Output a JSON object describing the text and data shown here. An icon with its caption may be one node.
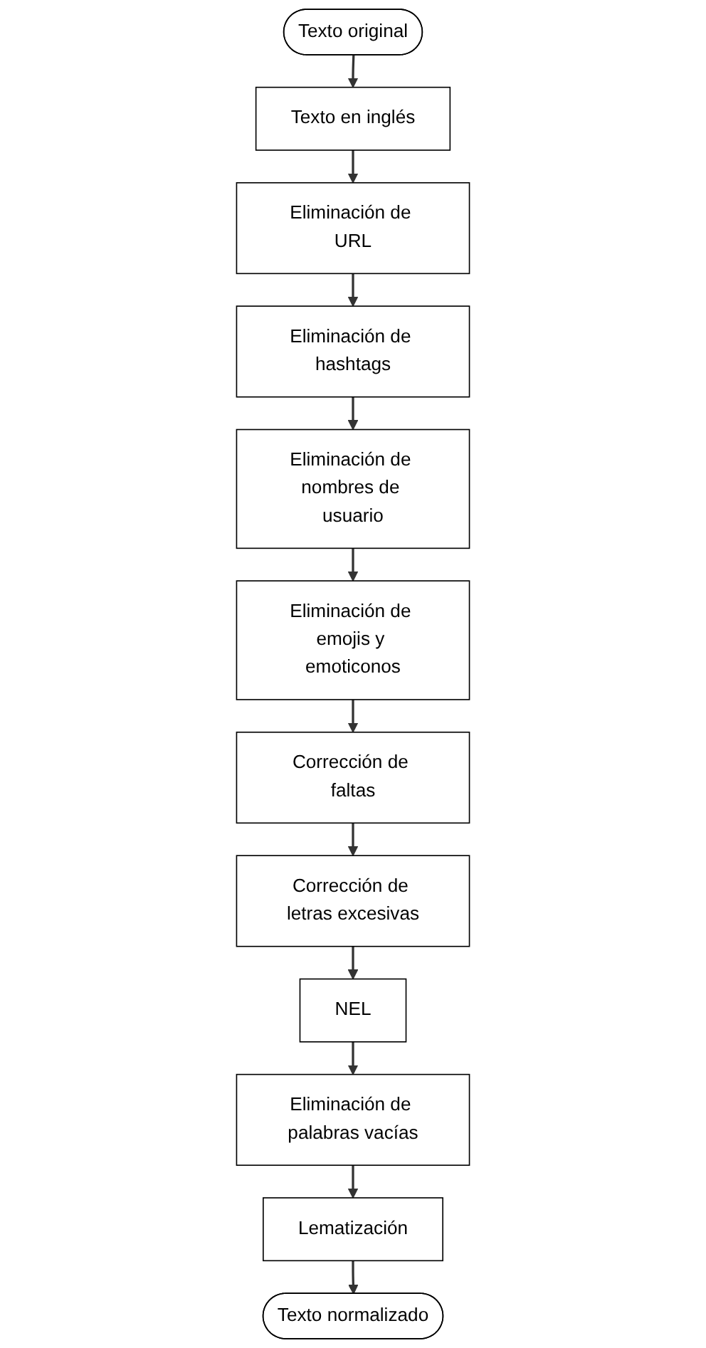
{
  "diagram": {
    "nodes": [
      {
        "text": [
          "Texto original"
        ]
      },
      {
        "text": [
          "Texto en inglés"
        ]
      },
      {
        "text": [
          "Eliminación de URL"
        ]
      },
      {
        "text": [
          "Eliminación de hashtags"
        ]
      },
      {
        "text": [
          "Eliminación de nombres de usuario"
        ]
      },
      {
        "text": [
          "Eliminación de emojis y emoticonos"
        ]
      },
      {
        "text": [
          "Corrección de faltas"
        ]
      },
      {
        "text": [
          "Corrección de letras excesivas"
        ]
      },
      {
        "text": [
          "NEL"
        ]
      },
      {
        "text": [
          "Eliminación de palabras vacías"
        ]
      },
      {
        "text": [
          "Lematización"
        ]
      },
      {
        "text": [
          "Texto normalizado"
        ]
      }
    ],
    "edges": [
      {
        "from": 0,
        "to": 1,
        "arrow": "to"
      },
      {
        "from": 1,
        "to": 2,
        "arrow": "to"
      },
      {
        "from": 2,
        "to": 3,
        "arrow": "to"
      },
      {
        "from": 3,
        "to": 4,
        "arrow": "to"
      },
      {
        "from": 4,
        "to": 5,
        "arrow": "to"
      },
      {
        "from": 5,
        "to": 6,
        "arrow": "to"
      },
      {
        "from": 6,
        "to": 7,
        "arrow": "to"
      },
      {
        "from": 7,
        "to": 8,
        "arrow": "to"
      },
      {
        "from": 8,
        "to": 9,
        "arrow": "to"
      },
      {
        "from": 9,
        "to": 10,
        "arrow": "to"
      },
      {
        "from": 10,
        "to": 11,
        "arrow": "to"
      }
    ]
  }
}
